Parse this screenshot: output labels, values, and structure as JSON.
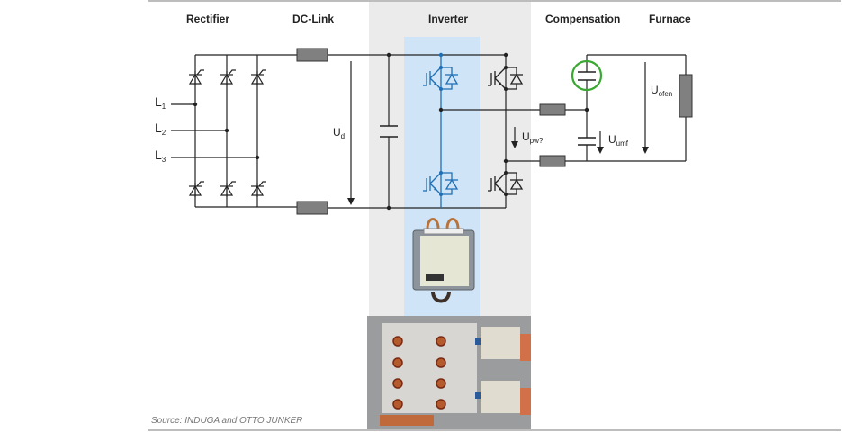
{
  "sections": {
    "rectifier": "Rectifier",
    "dc_link": "DC-Link",
    "inverter": "Inverter",
    "compensation": "Compensation",
    "furnace": "Furnace"
  },
  "labels": {
    "l1": {
      "main": "L",
      "sub": "1"
    },
    "l2": {
      "main": "L",
      "sub": "2"
    },
    "l3": {
      "main": "L",
      "sub": "3"
    },
    "ud": {
      "main": "U",
      "sub": "d"
    },
    "upw": {
      "main": "U",
      "sub": "pw?"
    },
    "uumf": {
      "main": "U",
      "sub": "umf"
    },
    "uofen": {
      "main": "U",
      "sub": "ofen"
    }
  },
  "source": "Source: INDUGA and OTTO JUNKER",
  "colors": {
    "wire": "#222222",
    "highlight_wire": "#1f6fb5",
    "highlight_band": "#cfe5f7",
    "section_band": "#ebebeb",
    "resistor_fill": "#808080",
    "circle_marker": "#3aa832"
  }
}
